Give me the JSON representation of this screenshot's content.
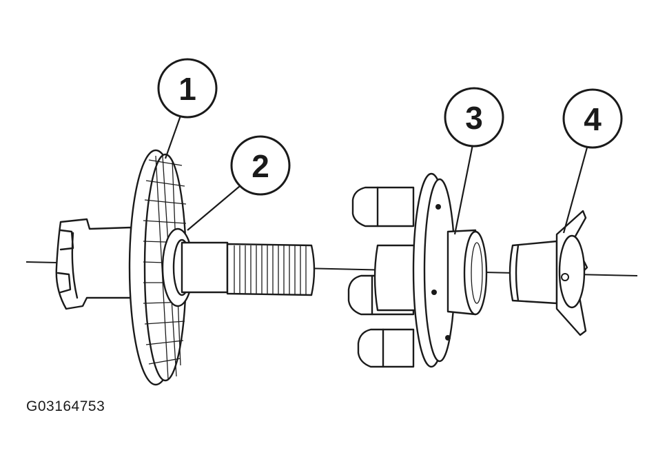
{
  "figure_id": "G03164753",
  "callouts": [
    {
      "number": "1",
      "part": "disc"
    },
    {
      "number": "2",
      "part": "washer"
    },
    {
      "number": "3",
      "part": "hub"
    },
    {
      "number": "4",
      "part": "nut"
    }
  ]
}
